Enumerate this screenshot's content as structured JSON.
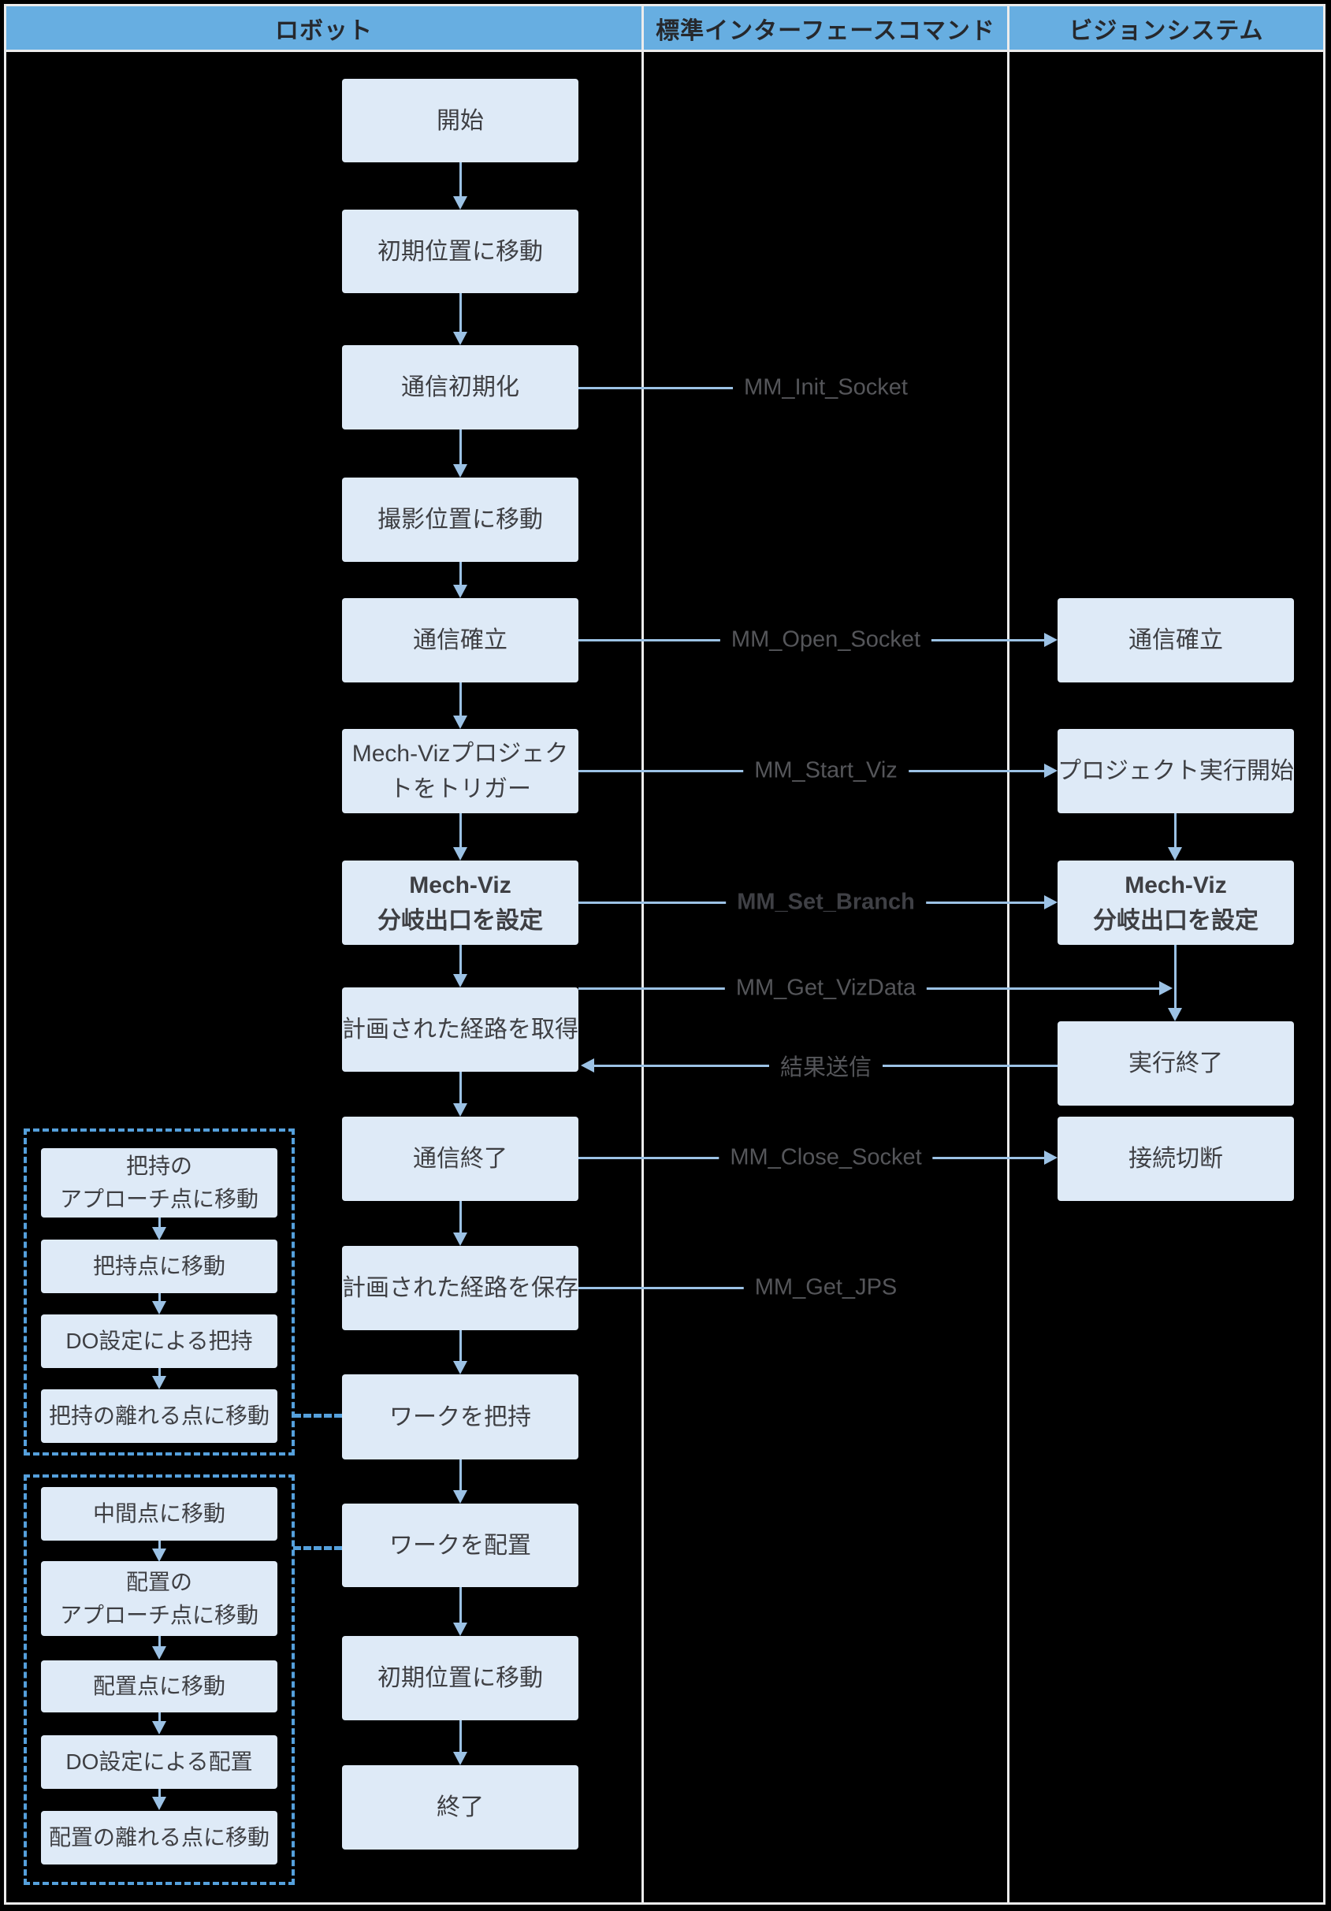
{
  "header": {
    "robot": "ロボット",
    "commands": "標準インターフェースコマンド",
    "vision": "ビジョンシステム"
  },
  "robot": {
    "boxes": [
      "開始",
      "初期位置に移動",
      "通信初期化",
      "撮影位置に移動",
      "通信確立",
      "Mech-Vizプロジェク\nトをトリガー",
      "Mech-Viz\n分岐出口を設定",
      "計画された経路を取得",
      "通信終了",
      "計画された経路を保存",
      "ワークを把持",
      "ワークを配置",
      "初期位置に移動",
      "終了"
    ]
  },
  "vision": {
    "boxes": [
      "通信確立",
      "プロジェクト実行開始",
      "Mech-Viz\n分岐出口を設定",
      "実行終了",
      "接続切断"
    ]
  },
  "commands": [
    "MM_Init_Socket",
    "MM_Open_Socket",
    "MM_Start_Viz",
    "MM_Set_Branch",
    "MM_Get_VizData",
    "結果送信",
    "MM_Close_Socket",
    "MM_Get_JPS"
  ],
  "grasp_group": {
    "boxes": [
      "把持の\nアプローチ点に移動",
      "把持点に移動",
      "DO設定による把持",
      "把持の離れる点に移動"
    ]
  },
  "place_group": {
    "boxes": [
      "中間点に移動",
      "配置の\nアプローチ点に移動",
      "配置点に移動",
      "DO設定による配置",
      "配置の離れる点に移動"
    ]
  },
  "colors": {
    "background": "#000000",
    "table_border": "#ececec",
    "header_fill": "#67aee1",
    "header_text": "#26282c",
    "box_fill": "#deeaf7",
    "box_text": "#3e3f43",
    "arrow": "#9cc2e5",
    "command_text": "#55565a",
    "dashed_border": "#55a0dc"
  }
}
